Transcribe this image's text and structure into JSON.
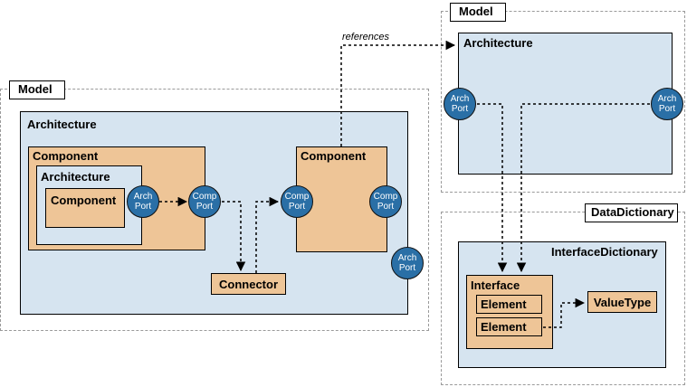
{
  "left_model": {
    "tag": "Model",
    "architecture": {
      "title": "Architecture",
      "component_outer": {
        "title": "Component",
        "inner_architecture": {
          "title": "Architecture",
          "inner_component": "Component",
          "arch_port": [
            "Arch",
            "Port"
          ]
        },
        "comp_port": [
          "Comp",
          "Port"
        ]
      },
      "connector": "Connector",
      "component_right": {
        "title": "Component",
        "comp_port_left": [
          "Comp",
          "Port"
        ],
        "comp_port_right": [
          "Comp",
          "Port"
        ]
      },
      "arch_port": [
        "Arch",
        "Port"
      ]
    }
  },
  "right_model": {
    "tag": "Model",
    "architecture": {
      "title": "Architecture",
      "arch_port_left": [
        "Arch",
        "Port"
      ],
      "arch_port_right": [
        "Arch",
        "Port"
      ]
    }
  },
  "data_dictionary": {
    "tag": "DataDictionary",
    "interface_dictionary": {
      "title": "InterfaceDictionary",
      "interface": {
        "title": "Interface",
        "elements": [
          "Element",
          "Element"
        ]
      },
      "value_type": "ValueType"
    }
  },
  "relation_label": "references",
  "colors": {
    "architecture_fill": "#d6e4f0",
    "component_fill": "#eec597",
    "port_fill": "#2a6fa6"
  }
}
